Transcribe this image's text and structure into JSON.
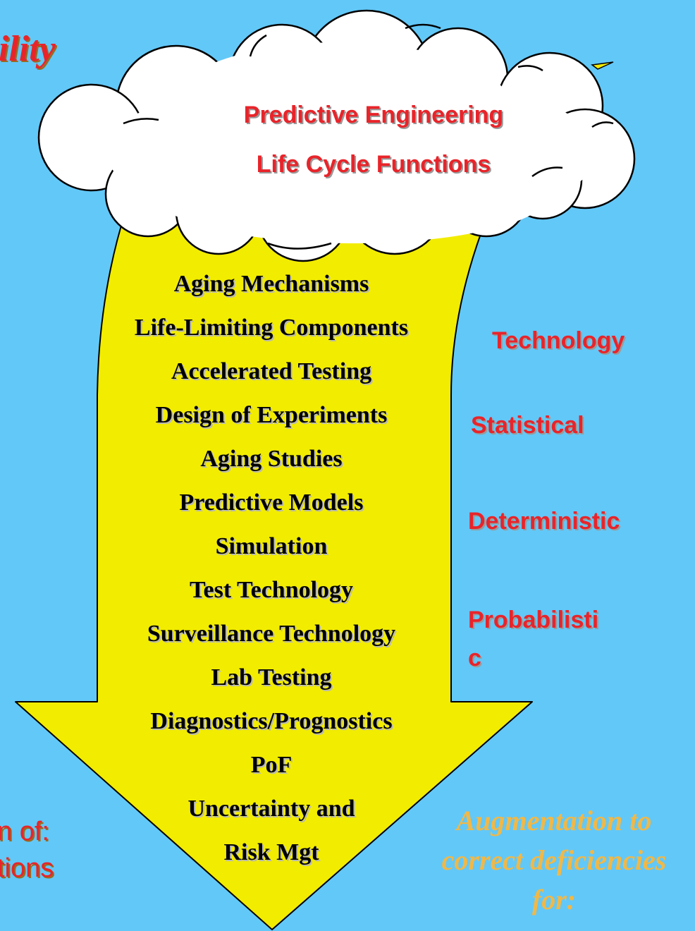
{
  "cloud": {
    "title_line1": "Predictive Engineering",
    "title_line2": "Life Cycle Functions"
  },
  "arrow_items": [
    "Aging Mechanisms",
    "Life-Limiting Components",
    "Accelerated Testing",
    "Design of Experiments",
    "Aging Studies",
    "Predictive Models",
    "Simulation",
    "Test Technology",
    "Surveillance Technology",
    "Lab Testing",
    "Diagnostics/Prognostics",
    "PoF",
    "Uncertainty and",
    "Risk Mgt"
  ],
  "side_labels": {
    "technology": "Technology",
    "statistical": "Statistical",
    "deterministic": "Deterministic",
    "probabilistic_line1": "Probabilisti",
    "probabilistic_line2": "c"
  },
  "augmentation": {
    "line1": "Augmentation to",
    "line2": "correct deficiencies",
    "line3": "for:"
  },
  "left_fragments": {
    "top": "ility",
    "paren": ")",
    "line1": "n of:",
    "line2": "tions"
  },
  "colors": {
    "background": "#62c8f8",
    "arrow_fill": "#f2ec00",
    "label_red": "#e8242a",
    "augmentation_text": "#f0b848"
  }
}
